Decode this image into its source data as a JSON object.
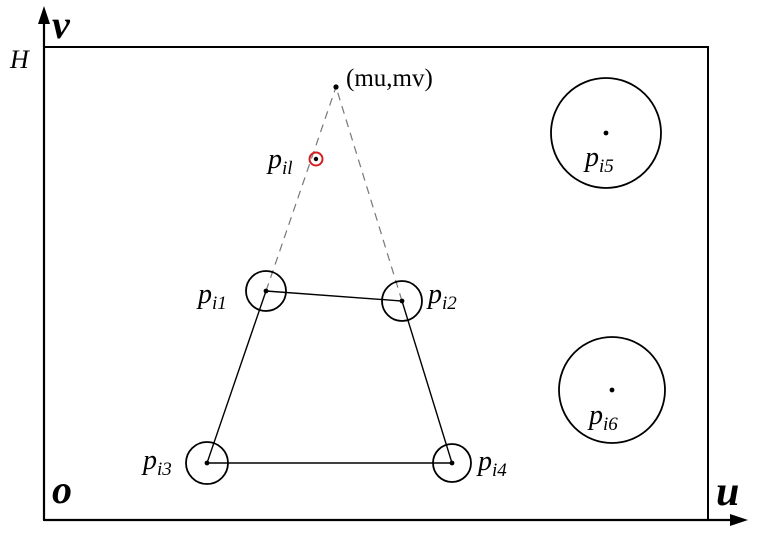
{
  "axes": {
    "vertical_label": "v",
    "horizontal_label": "u",
    "origin_label": "o",
    "height_label": "H"
  },
  "apex": {
    "label": "(mu,mv)"
  },
  "points": {
    "pil": {
      "base": "p",
      "sub": "il"
    },
    "pi1": {
      "base": "p",
      "sub": "i1"
    },
    "pi2": {
      "base": "p",
      "sub": "i2"
    },
    "pi3": {
      "base": "p",
      "sub": "i3"
    },
    "pi4": {
      "base": "p",
      "sub": "i4"
    },
    "pi5": {
      "base": "p",
      "sub": "i5"
    },
    "pi6": {
      "base": "p",
      "sub": "i6"
    }
  },
  "colors": {
    "ink": "#000000",
    "highlight": "#d42020",
    "dashed": "#777777"
  }
}
